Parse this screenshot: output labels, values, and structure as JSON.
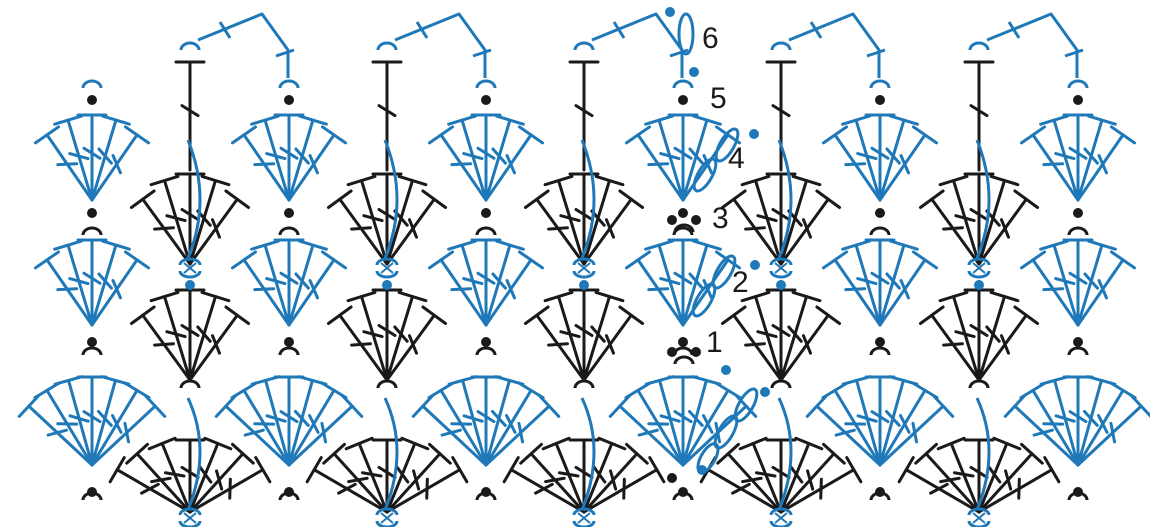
{
  "diagram": {
    "type": "crochet-stitch-chart",
    "colors": {
      "blue": "#1f78b7",
      "black": "#1a1a1a"
    },
    "row_numbers": [
      "1",
      "2",
      "3",
      "4",
      "5",
      "6"
    ],
    "columns": 6,
    "symbols": [
      "dc-stitch",
      "chain-oval",
      "slip-stitch-dot",
      "front-loop-arc",
      "turning-chain-loop"
    ]
  }
}
